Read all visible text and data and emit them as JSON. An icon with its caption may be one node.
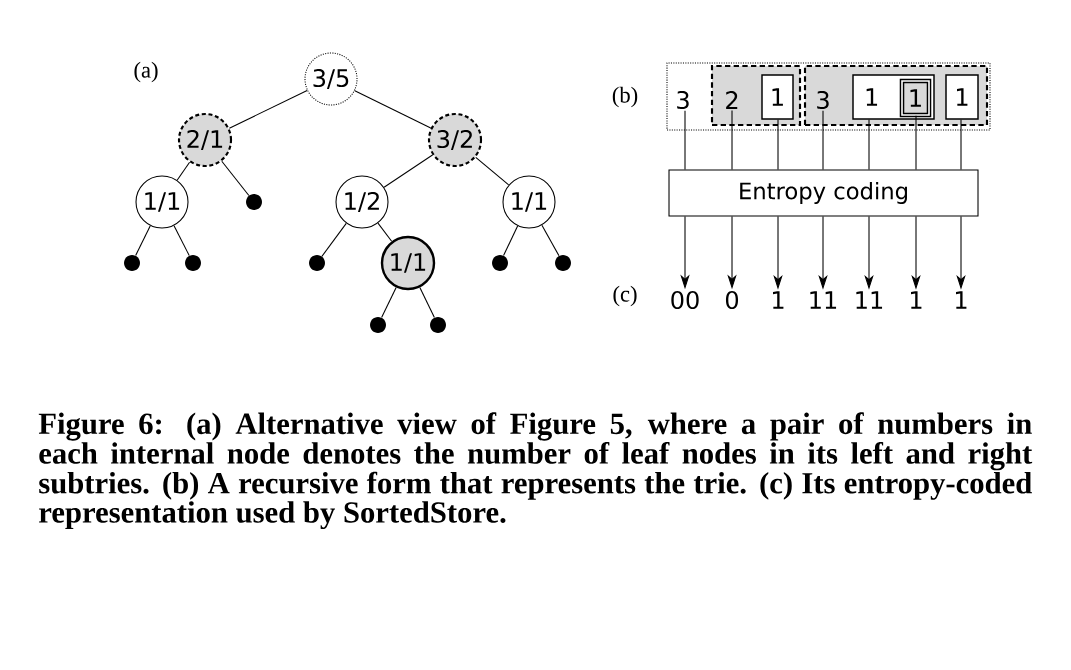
{
  "diagram": {
    "caption": "Figure 6: (a) Alternative view of Figure 5, where a pair of numbers in each internal node denotes the number of leaf nodes in its left and right subtries. (b) A recursive form that represents the trie. (c) Its entropy-coded representation used by SortedStore.",
    "nodes": [
      {
        "text": [
          "3/5"
        ]
      },
      {
        "text": [
          "2/1"
        ]
      },
      {
        "text": [
          "3/2"
        ]
      },
      {
        "text": [
          "1/1"
        ]
      },
      {
        "text": [],
        "shape": "circle"
      },
      {
        "text": [
          "1/2"
        ]
      },
      {
        "text": [
          "1/1"
        ]
      },
      {
        "text": [],
        "shape": "circle"
      },
      {
        "text": [],
        "shape": "circle"
      },
      {
        "text": [],
        "shape": "circle"
      },
      {
        "text": [
          "1/1"
        ]
      },
      {
        "text": [],
        "shape": "circle"
      },
      {
        "text": [],
        "shape": "circle"
      },
      {
        "text": [],
        "shape": "circle"
      },
      {
        "text": [],
        "shape": "circle"
      },
      {
        "text": [],
        "shape": "box"
      },
      {
        "text": [
          "3"
        ],
        "in": 15
      },
      {
        "text": [],
        "shape": "box",
        "in": 15
      },
      {
        "text": [
          "2"
        ],
        "in": 17
      },
      {
        "text": [
          "1"
        ],
        "in": 17
      },
      {
        "text": [],
        "shape": "box",
        "in": 15
      },
      {
        "text": [
          "3"
        ],
        "in": 20
      },
      {
        "text": [
          "1"
        ],
        "in": 20
      },
      {
        "text": [
          "1"
        ],
        "in": 22
      },
      {
        "text": [
          "1"
        ],
        "in": 20
      },
      {
        "text": [
          "Entropy coding"
        ]
      },
      {
        "text": [
          "00"
        ]
      },
      {
        "text": [
          "0"
        ]
      },
      {
        "text": [
          "1"
        ]
      },
      {
        "text": [
          "11"
        ]
      },
      {
        "text": [
          "11"
        ]
      },
      {
        "text": [
          "1"
        ]
      },
      {
        "text": [
          "1"
        ]
      }
    ],
    "edges": [
      {
        "from": 0,
        "to": 1,
        "arrow": "none"
      },
      {
        "from": 0,
        "to": 2,
        "arrow": "none"
      },
      {
        "from": 1,
        "to": 3,
        "arrow": "none"
      },
      {
        "from": 1,
        "to": 4,
        "arrow": "none"
      },
      {
        "from": 2,
        "to": 5,
        "arrow": "none"
      },
      {
        "from": 2,
        "to": 6,
        "arrow": "none"
      },
      {
        "from": 3,
        "to": 7,
        "arrow": "none"
      },
      {
        "from": 3,
        "to": 8,
        "arrow": "none"
      },
      {
        "from": 5,
        "to": 9,
        "arrow": "none"
      },
      {
        "from": 5,
        "to": 10,
        "arrow": "none"
      },
      {
        "from": 6,
        "to": 11,
        "arrow": "none"
      },
      {
        "from": 6,
        "to": 12,
        "arrow": "none"
      },
      {
        "from": 10,
        "to": 13,
        "arrow": "none"
      },
      {
        "from": 10,
        "to": 14,
        "arrow": "none"
      },
      {
        "from": 16,
        "to": 25,
        "arrow": "none"
      },
      {
        "from": 18,
        "to": 25,
        "arrow": "none"
      },
      {
        "from": 19,
        "to": 25,
        "arrow": "none"
      },
      {
        "from": 21,
        "to": 25,
        "arrow": "none"
      },
      {
        "from": 22,
        "to": 25,
        "arrow": "none"
      },
      {
        "from": 23,
        "to": 25,
        "arrow": "none"
      },
      {
        "from": 24,
        "to": 25,
        "arrow": "none"
      },
      {
        "from": 25,
        "to": 26,
        "arrow": "to"
      },
      {
        "from": 25,
        "to": 27,
        "arrow": "to"
      },
      {
        "from": 25,
        "to": 28,
        "arrow": "to"
      },
      {
        "from": 25,
        "to": 29,
        "arrow": "to"
      },
      {
        "from": 25,
        "to": 30,
        "arrow": "to"
      },
      {
        "from": 25,
        "to": 31,
        "arrow": "to"
      },
      {
        "from": 25,
        "to": 32,
        "arrow": "to"
      }
    ],
    "labels": [
      "(a)",
      "(b)",
      "(c)"
    ]
  }
}
